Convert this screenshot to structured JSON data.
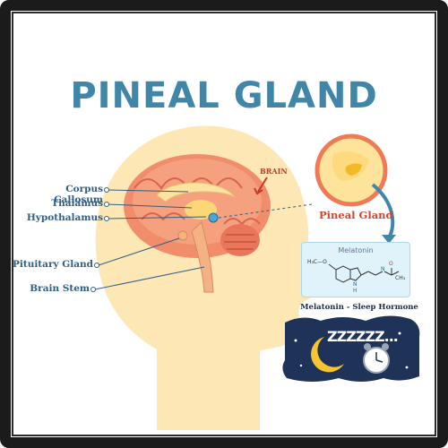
{
  "title": "PINEAL GLAND",
  "labels": {
    "corpus_callosum": "Corpus Callosum",
    "thalamus": "Thalamus",
    "hypothalamus": "Hypothalamus",
    "pituitary_gland": "Pituitary Gland",
    "brain_stem": "Brain Stem",
    "brain": "BRAIN",
    "pineal_gland": "Pineal Gland"
  },
  "melatonin": {
    "title": "Melatonin",
    "formula_h3co": "H₃C—O",
    "formula_nh": "N",
    "formula_h": "H",
    "formula_o": "O",
    "formula_ch3": "CH₃",
    "formula_hn": "N"
  },
  "sleep": {
    "title": "Melatonin - Sleep Hormone",
    "zzz": "ZZZZZZ..."
  },
  "colors": {
    "title": "#3f86a8",
    "label": "#2f5f86",
    "pineal_label": "#d8452e",
    "head": "#fde7b4",
    "brain": "#f28d6c",
    "night": "#1f3258",
    "moon": "#f7c52f"
  }
}
